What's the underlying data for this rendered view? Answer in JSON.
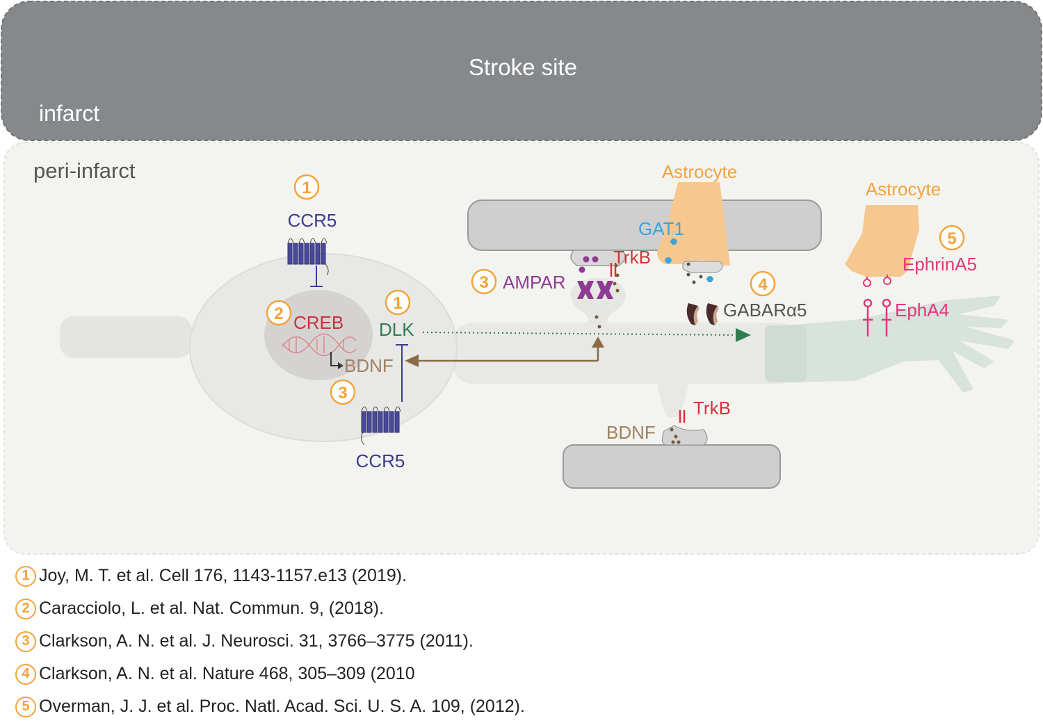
{
  "zones": {
    "stroke_site": "Stroke site",
    "infarct": "infarct",
    "peri_infarct": "peri-infarct"
  },
  "markers": {
    "m1a": "1",
    "m1b": "1",
    "m2": "2",
    "m3a": "3",
    "m3b": "3",
    "m4": "4",
    "m5": "5"
  },
  "labels": {
    "ccr5_top": "CCR5",
    "ccr5_bottom": "CCR5",
    "creb": "CREB",
    "dlk": "DLK",
    "bdnf_nucleus": "BDNF",
    "astrocyte_1": "Astrocyte",
    "astrocyte_2": "Astrocyte",
    "gat1": "GAT1",
    "trkb_top": "TrkB",
    "ampar": "AMPAR",
    "gabar": "GABARα5",
    "ephrina5": "EphrinA5",
    "epha4": "EphA4",
    "trkb_bottom": "TrkB",
    "bdnf_bottom": "BDNF"
  },
  "references": [
    {
      "num": "1",
      "text": "Joy, M. T. et al. Cell 176, 1143-1157.e13 (2019)."
    },
    {
      "num": "2",
      "text": "Caracciolo, L. et al. Nat. Commun. 9, (2018)."
    },
    {
      "num": "3",
      "text": "Clarkson, A. N. et al. J. Neurosci. 31, 3766–3775 (2011)."
    },
    {
      "num": "4",
      "text": "Clarkson, A. N. et al. Nature 468, 305–309 (2010"
    },
    {
      "num": "5",
      "text": "Overman, J. J. et al. Proc. Natl. Acad. Sci. U. S. A. 109, (2012)."
    }
  ],
  "colors": {
    "orange": "#f4a23c",
    "navy": "#3b3b8f",
    "red": "#c8323c",
    "green": "#2e7d4f",
    "brown": "#8a6a48",
    "purple": "#8e3b93",
    "pink": "#e0387a",
    "blue": "#3aa3dc",
    "gray_text": "#555555"
  }
}
